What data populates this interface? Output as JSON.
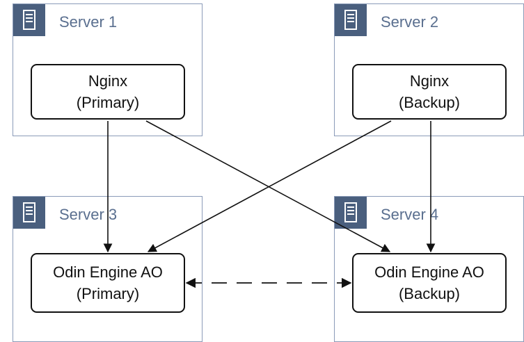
{
  "servers": [
    {
      "label": "Server 1",
      "icon": "server-icon"
    },
    {
      "label": "Server 2",
      "icon": "server-icon"
    },
    {
      "label": "Server 3",
      "icon": "server-icon"
    },
    {
      "label": "Server 4",
      "icon": "server-icon"
    }
  ],
  "nodes": {
    "nginx_primary": {
      "line1": "Nginx",
      "line2": "(Primary)"
    },
    "nginx_backup": {
      "line1": "Nginx",
      "line2": "(Backup)"
    },
    "odin_primary": {
      "line1": "Odin Engine AO",
      "line2": "(Primary)"
    },
    "odin_backup": {
      "line1": "Odin Engine AO",
      "line2": "(Backup)"
    }
  },
  "colors": {
    "server_border": "#8a9ab8",
    "icon_bg": "#4a5f7e",
    "label": "#5a6f8f",
    "line": "#111111"
  }
}
